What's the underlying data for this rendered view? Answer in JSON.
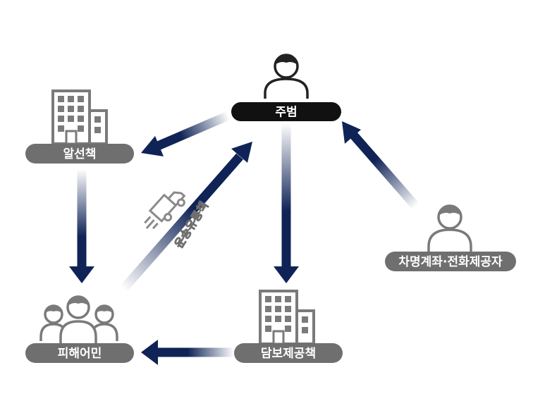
{
  "nodes": {
    "boss": {
      "label": "주범"
    },
    "solicitor": {
      "label": "알선책"
    },
    "victims": {
      "label": "피해어민"
    },
    "collateral": {
      "label": "담보제공책"
    },
    "account_provider": {
      "label": "차명계좌·전화제공자"
    }
  },
  "edge_labels": {
    "transport": "운송유통책"
  },
  "colors": {
    "arrow_navy": "#0f2356",
    "boss_pill": "#111111",
    "gray_pill": "#6f6f6f",
    "icon_gray": "#7a7a7a",
    "icon_dark": "#222222"
  },
  "icons": [
    "person-icon",
    "building-icon",
    "group-icon",
    "truck-icon"
  ]
}
